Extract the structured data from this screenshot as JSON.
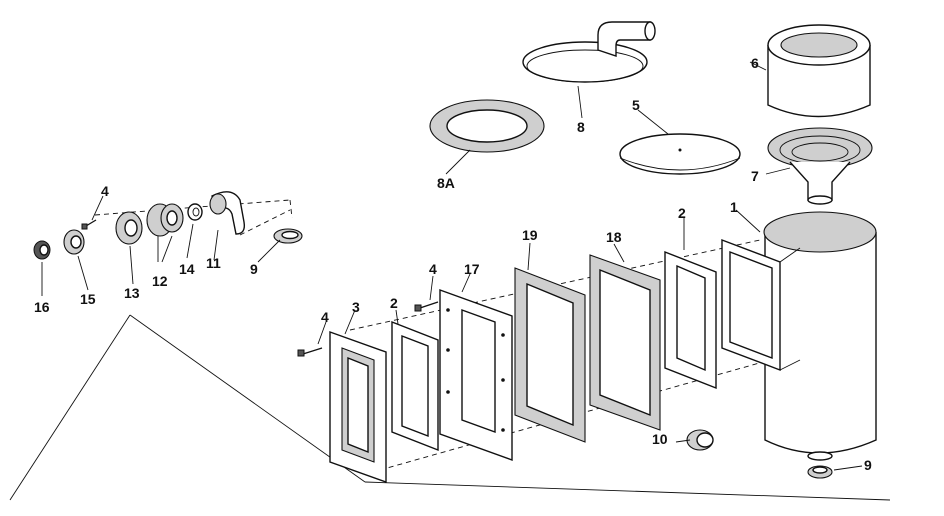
{
  "labels": {
    "p1": "1",
    "p2a": "2",
    "p2b": "2",
    "p3": "3",
    "p4a": "4",
    "p4b": "4",
    "p4c": "4",
    "p5": "5",
    "p6": "6",
    "p7": "7",
    "p8": "8",
    "p8a": "8A",
    "p9a": "9",
    "p9b": "9",
    "p10": "10",
    "p11": "11",
    "p12": "12",
    "p13": "13",
    "p14": "14",
    "p15": "15",
    "p16": "16",
    "p17": "17",
    "p18": "18",
    "p19": "19"
  }
}
